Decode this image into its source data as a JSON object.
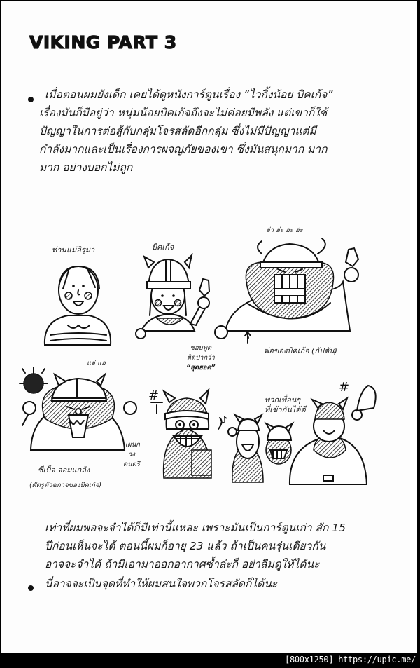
{
  "page": {
    "title": "VIKING PART 3",
    "intro_paragraph": {
      "lines": [
        "เมื่อตอนผมยังเด็ก เคยได้ดูหนังการ์ตูนเรื่อง “ไวกิ้งน้อย บิคเก้จ”",
        "เรื่องมันก็มีอยู่ว่า หนุ่มน้อยบิคเก้จถึงจะไม่ค่อยมีพลัง แต่เขาก็ใช้",
        "ปัญญาในการต่อสู้กับกลุ่มโจรสลัดอีกกลุ่ม  ซึ่งไม่มีปัญญาแต่มี",
        "กำลังมากและเป็นเรื่องการผจญภัยของเขา ซึ่งมันสนุกมาก มาก",
        "มาก อย่างบอกไม่ถูก"
      ]
    },
    "illustration": {
      "labels": {
        "mother": "ท่านแม่อิรุมา",
        "bikke": "บิคเก้จ",
        "laugh": "ฮ่า ฮ่ะ ฮ่ะ ฮ่ะ",
        "dad_note": [
          "ชอบพูด",
          "ติดปากว่า",
          "“สุดยอด”"
        ],
        "father": "พ่อของบิคเก้จ (กัปตัน)",
        "hehe": "แฮ่ แฮ่",
        "rival_name": "ซีเบ็จ จอมแกล้ง",
        "rival_desc": "(ศัตรูตัวฉกาจของบิคเก้จ)",
        "music_dept": [
          "แผนก",
          "วง",
          "ดนตรี"
        ],
        "friends": [
          "พวกเพื่อนๆ",
          "ที่เข้ากันได้ดี"
        ],
        "music_note": "♪",
        "sparkle": "#"
      },
      "characters": [
        "mother-irma",
        "bikke",
        "father-captain",
        "rival-viking",
        "musician-viking",
        "friend-viking-1",
        "friend-viking-2",
        "friend-viking-big"
      ]
    },
    "closing_paragraph": {
      "lines": [
        "เท่าที่ผมพอจะจำได้ก็มีเท่านี้แหละ เพราะมันเป็นการ์ตูนเก่า สัก 15",
        "ปีก่อนเห็นจะได้ ตอนนี้ผมก็อายุ 23 แล้ว ถ้าเป็นคนรุ่นเดียวกัน",
        "อาจจะจำได้ ถ้ามีเอามาออกอากาศซ้ำล่ะก็ อย่าลืมดูให้ได้นะ"
      ]
    },
    "final_bullet": "นี่อาจจะเป็นจุดที่ทำให้ผมสนใจพวกโจรสลัดก็ได้นะ"
  },
  "footer": {
    "text": "[800x1250] https://upic.me/"
  },
  "colors": {
    "paper": "#fdfdfd",
    "ink": "#111111",
    "border": "#000000"
  }
}
